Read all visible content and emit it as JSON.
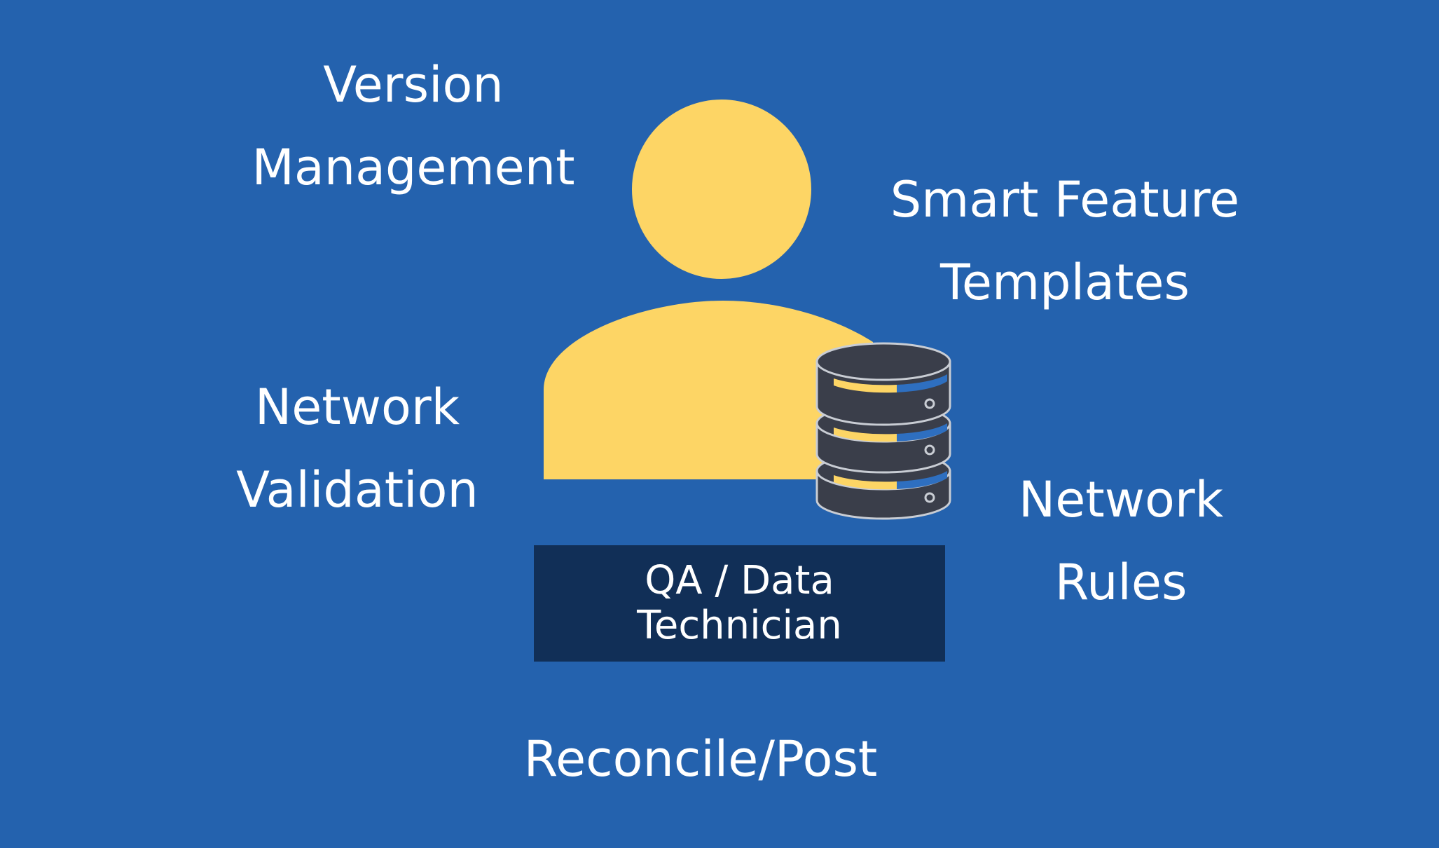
{
  "colors": {
    "background": "#2462AE",
    "user_icon": "#FDD565",
    "role_box": "#112F57",
    "database_fill": "#3A3E4A",
    "database_stroke": "#C9CDD4",
    "database_accent_gold": "#FDD565",
    "database_accent_blue": "#2E6FC0",
    "text": "#FFFFFF"
  },
  "icons": [
    "user-icon",
    "database-icon"
  ],
  "labels": {
    "version_management": [
      "Version",
      "Management"
    ],
    "smart_feature_templates": [
      "Smart Feature",
      "Templates"
    ],
    "network_validation": [
      "Network",
      "Validation"
    ],
    "network_rules": [
      "Network",
      "Rules"
    ],
    "reconcile_post": "Reconcile/Post"
  },
  "role": [
    "QA / Data",
    "Technician"
  ]
}
